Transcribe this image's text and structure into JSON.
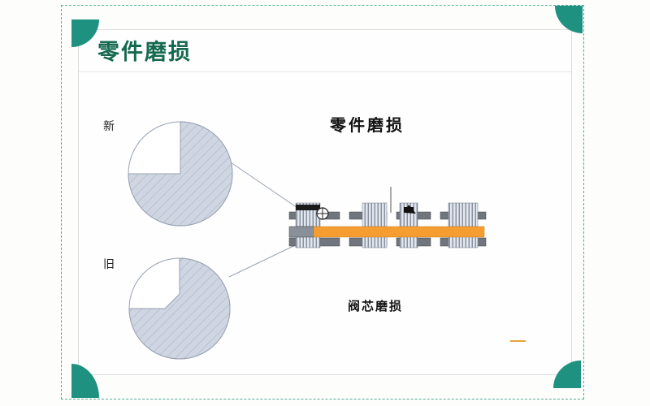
{
  "slide": {
    "header_title": "零件磨损",
    "diagram_title": "零件磨损",
    "label_new": "新",
    "label_old": "旧",
    "caption": "阀芯磨损"
  },
  "colors": {
    "corner_teal": "#1f9180",
    "frame_dash_teal": "#4fae9b",
    "title_green": "#15694f",
    "spool_orange": "#f59d31",
    "underline_orange": "#e8a23c",
    "hatch_fill": "#cfd6e2",
    "hatch_line": "#a9b3c4",
    "valve_body_gray": "#71767e"
  }
}
